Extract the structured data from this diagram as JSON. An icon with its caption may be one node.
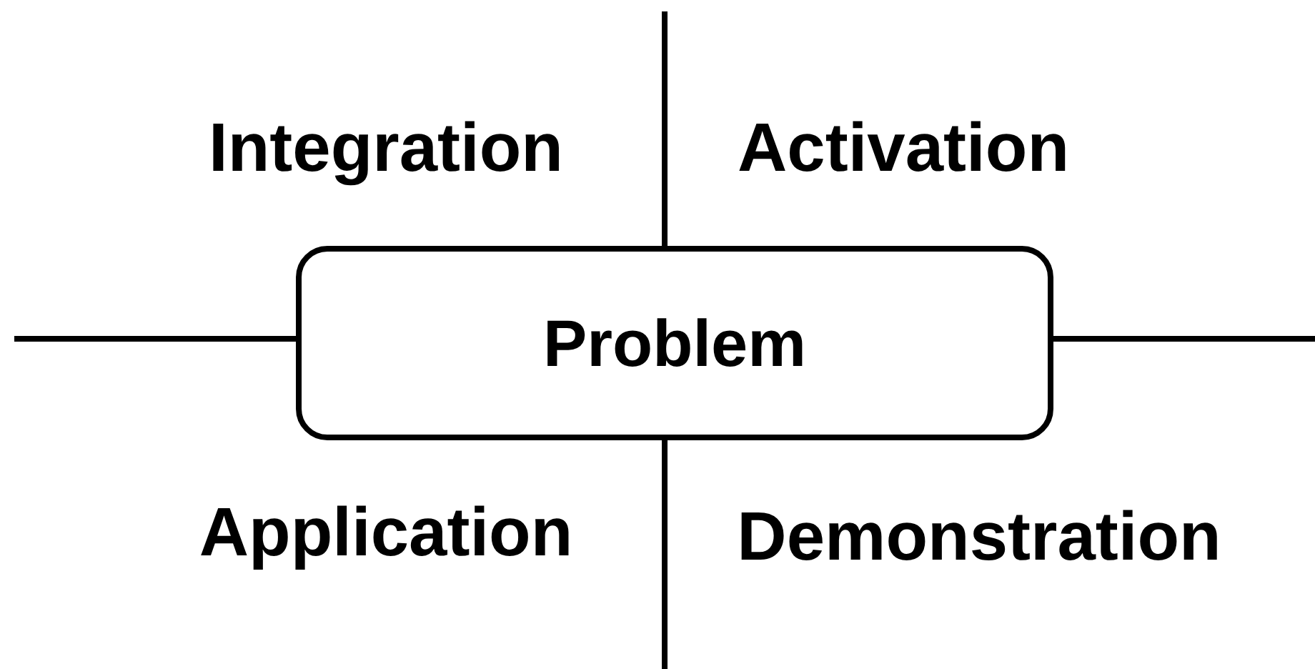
{
  "diagram": {
    "nodes": [
      {
        "text": [
          "Problem"
        ]
      }
    ],
    "labels": [
      "Integration",
      "Activation",
      "Application",
      "Demonstration"
    ]
  }
}
